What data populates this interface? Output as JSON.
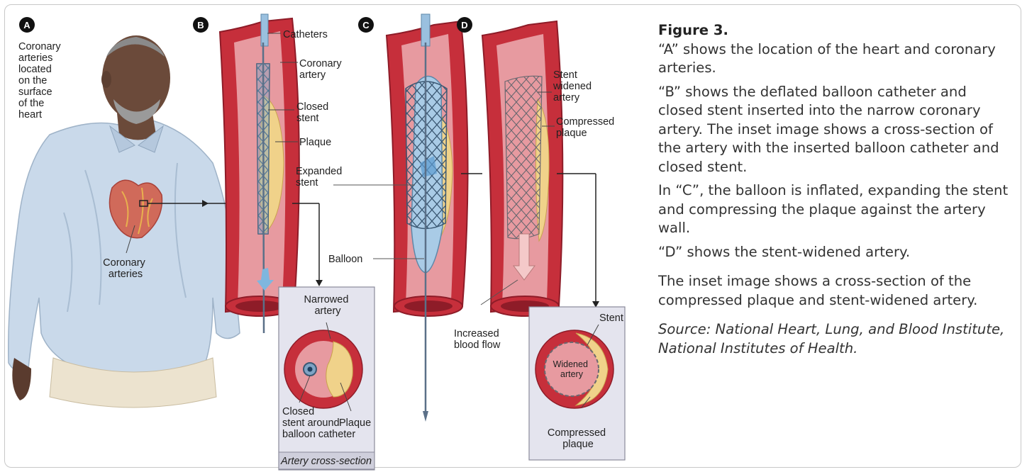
{
  "figure": {
    "panel_letters": [
      "A",
      "B",
      "C",
      "D"
    ],
    "labels": {
      "coronary_arteries_located": [
        "Coronary",
        "arteries",
        "located",
        "on the",
        "surface",
        "of the",
        "heart"
      ],
      "coronary_arteries": [
        "Coronary",
        "arteries"
      ],
      "catheters": "Catheters",
      "coronary_artery": [
        "Coronary",
        "artery"
      ],
      "closed_stent": [
        "Closed",
        "stent"
      ],
      "plaque": "Plaque",
      "expanded_stent": [
        "Expanded",
        "stent"
      ],
      "balloon": "Balloon",
      "narrowed_artery": [
        "Narrowed",
        "artery"
      ],
      "closed_stent_around": [
        "Closed",
        "stent around",
        "balloon catheter"
      ],
      "plaque_inset": "Plaque",
      "artery_cross_section": "Artery cross-section",
      "stent_widened_artery": [
        "Stent",
        "widened",
        "artery"
      ],
      "compressed_plaque": [
        "Compressed",
        "plaque"
      ],
      "increased_blood_flow": [
        "Increased",
        "blood flow"
      ],
      "stent": "Stent",
      "widened_artery": [
        "Widened",
        "artery"
      ],
      "compressed_plaque_inset": [
        "Compressed",
        "plaque"
      ]
    }
  },
  "caption": {
    "title": "Figure 3.",
    "p1": "“A” shows the location of the heart and coronary arteries.",
    "p2": "“B” shows the deflated balloon catheter and closed stent inserted into the narrow coronary artery.  The inset image shows a cross-section of the artery with the inserted balloon catheter and closed stent.",
    "p3": "In “C”, the balloon is inflated, expanding the stent and compressing the plaque against the artery wall.",
    "p4": "“D” shows the stent-widened artery.",
    "p5": "The inset image shows a cross-section of the compressed plaque and stent-widened artery.",
    "source": "Source: National Heart, Lung, and Blood Institute, National Institutes of Health."
  },
  "colors": {
    "artery_red": "#c62f3b",
    "artery_dark": "#8e1c28",
    "artery_lumen": "#e79aa0",
    "plaque": "#f0d28a",
    "stent_blue": "#7fa3c4",
    "shirt": "#c9d9ea",
    "skin": "#6b4a3a",
    "inset_bg": "#e4e4ee",
    "border": "#c8c8c8"
  }
}
